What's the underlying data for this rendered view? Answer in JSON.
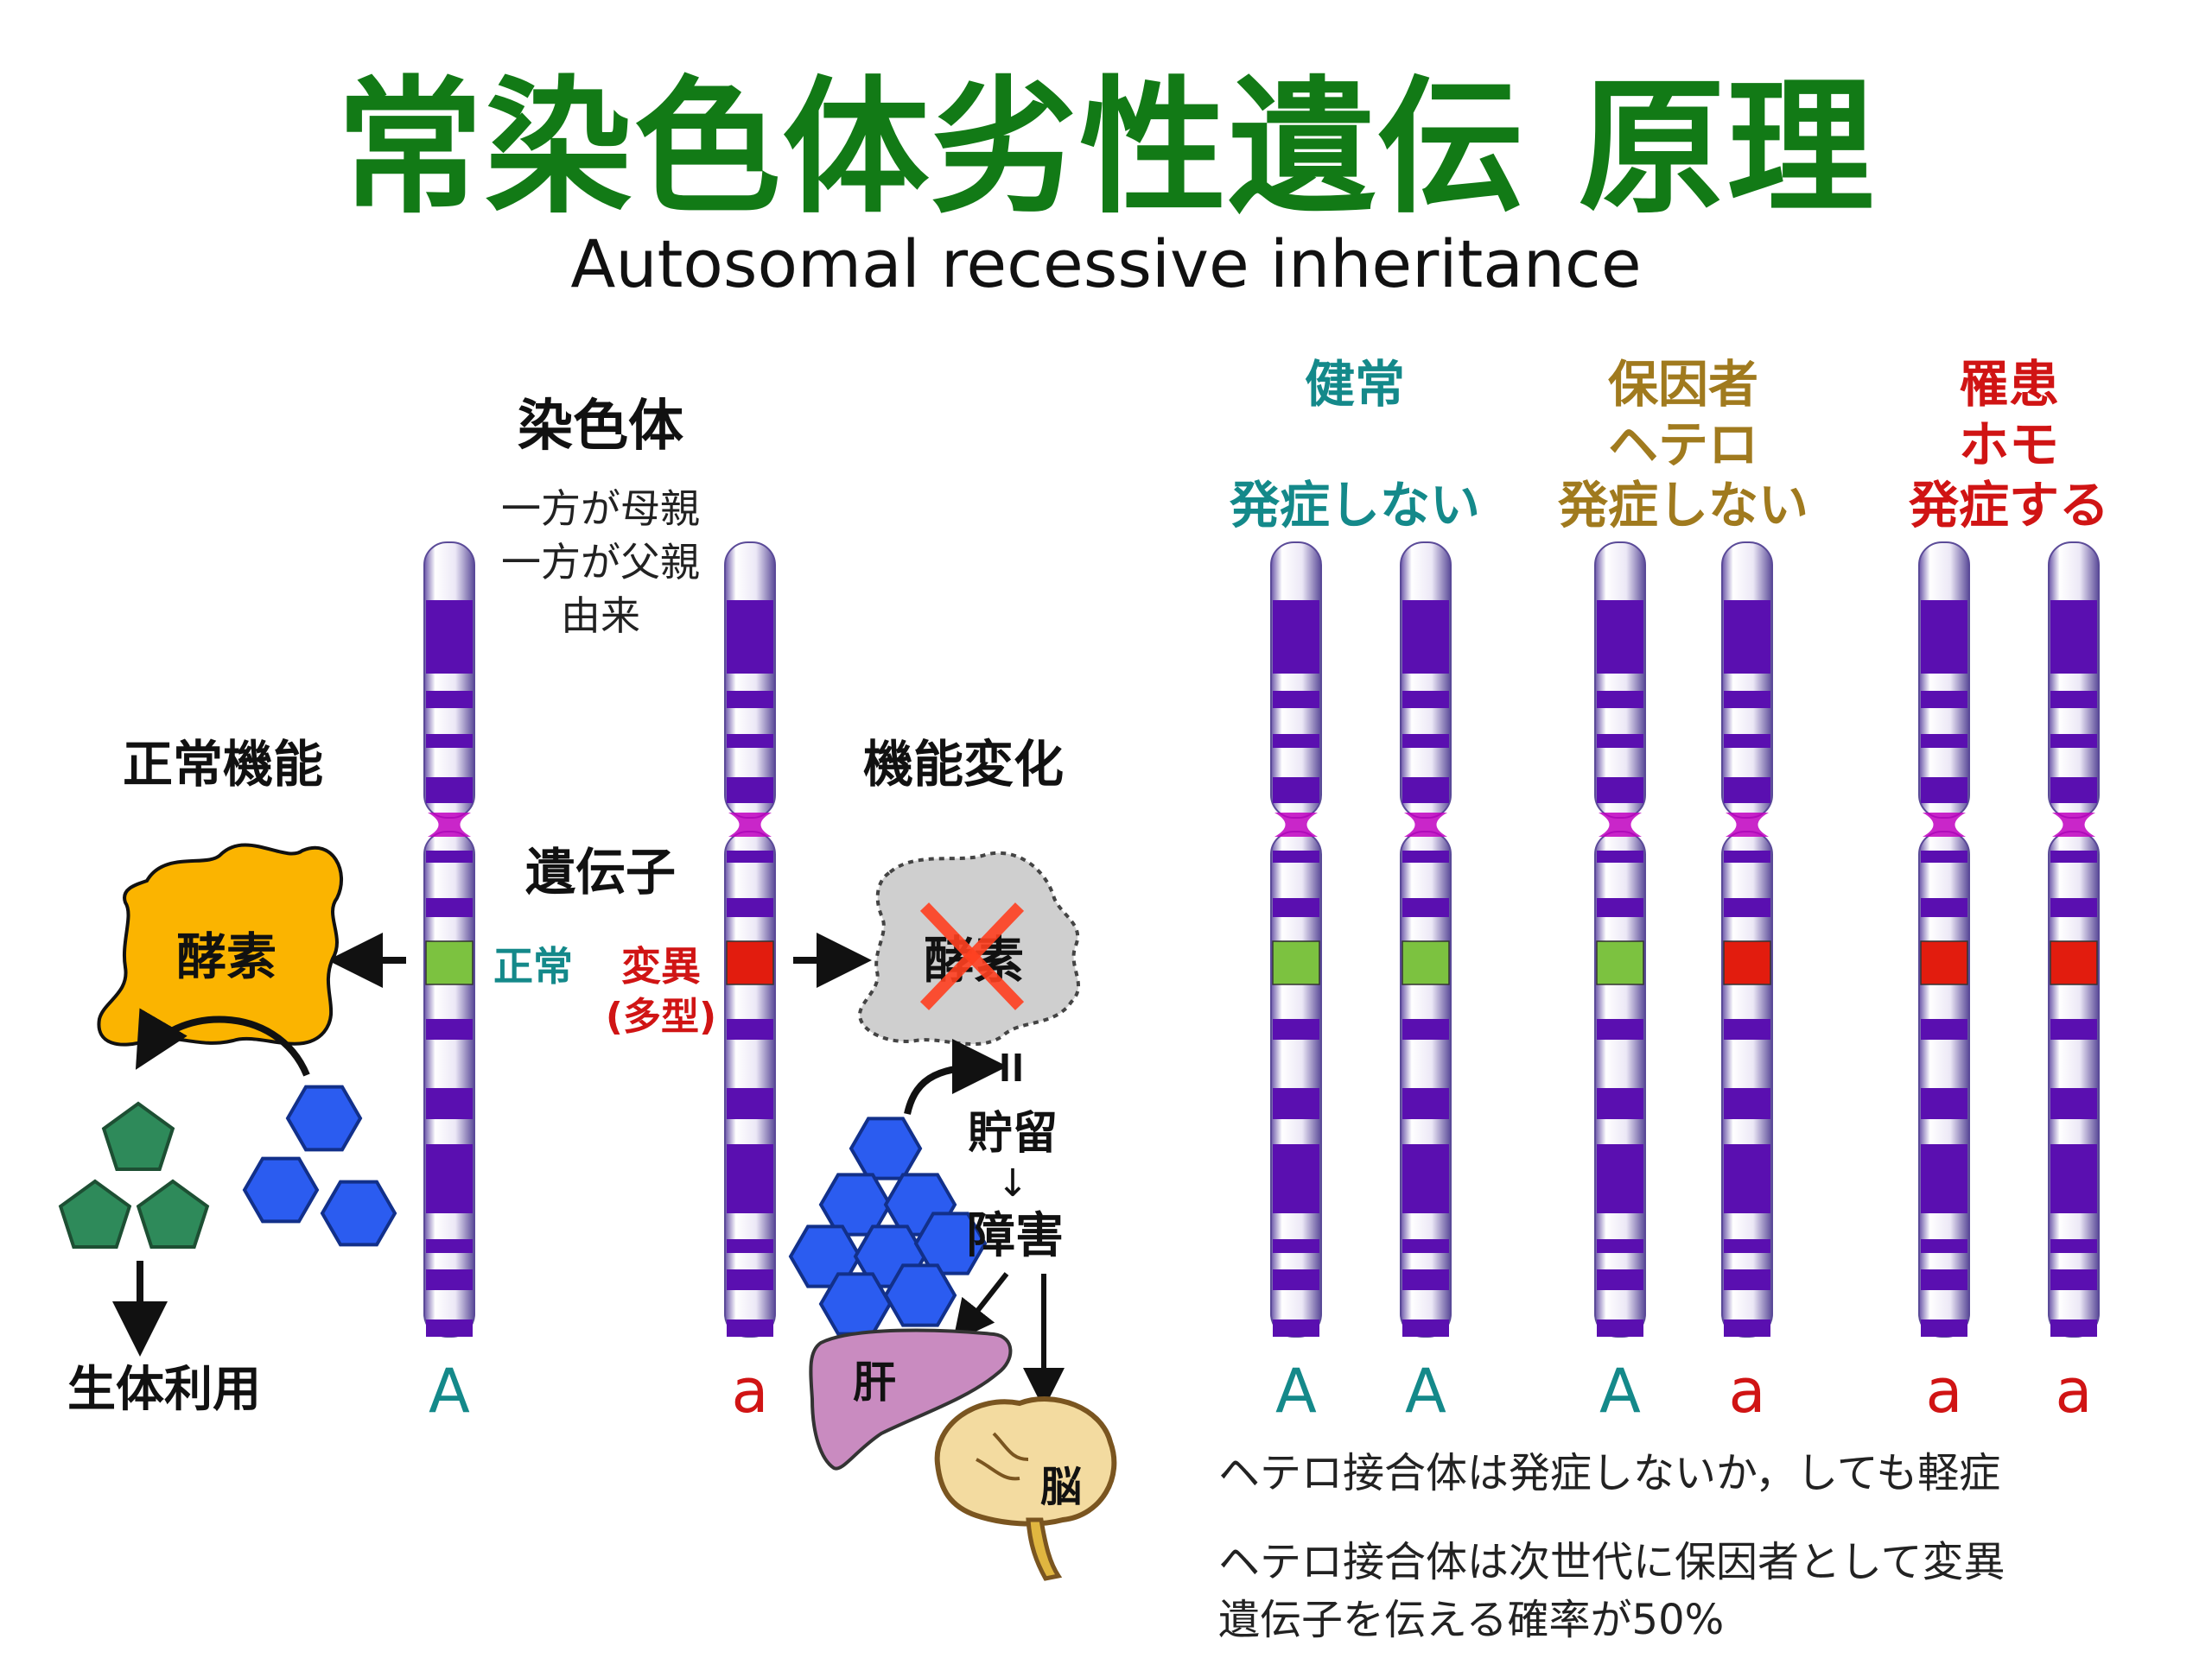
{
  "title": "常染色体劣性遺伝 原理",
  "subtitle": "Autosomal recessive inheritance",
  "left_panel": {
    "chromosome_heading": "染色体",
    "chromosome_note_lines": [
      "一方が母親",
      "一方が父親",
      "由来"
    ],
    "normal_function": "正常機能",
    "function_change": "機能変化",
    "gene_label": "遺伝子",
    "normal_gene": "正常",
    "variant_gene_lines": [
      "変異",
      "(多型)"
    ],
    "enzyme": "酵素",
    "biological_use": "生体利用",
    "storage": "貯留",
    "down_arrow_glyph": "↓",
    "damage": "障害",
    "liver": "肝",
    "brain": "脳",
    "allele_normal": "A",
    "allele_variant": "a"
  },
  "right_panel": {
    "groups": [
      {
        "lines": [
          "健常",
          "",
          "発症しない"
        ],
        "color": "#14898a",
        "alleles": [
          "A",
          "A"
        ]
      },
      {
        "lines": [
          "保因者",
          "ヘテロ",
          "発症しない"
        ],
        "color": "#a07a1e",
        "alleles": [
          "A",
          "a"
        ]
      },
      {
        "lines": [
          "罹患",
          "ホモ",
          "発症する"
        ],
        "color": "#d01414",
        "alleles": [
          "a",
          "a"
        ]
      }
    ],
    "notes": [
      "ヘテロ接合体は発症しないか，しても軽症",
      "ヘテロ接合体は次世代に保因者として変異",
      "遺伝子を伝える確率が50%"
    ]
  },
  "colors": {
    "title_green": "#127a16",
    "allele_A": "#14898a",
    "allele_a": "#d01414",
    "chromosome_band": "#5a0fb0",
    "normal_gene_band": "#7cc240",
    "variant_gene_band": "#e21c0e",
    "enzyme_fill": "#fbb400",
    "substrate_fill": "#2b5cf0",
    "product_fill": "#2e8a5a",
    "liver_fill": "#c98bc0",
    "brain_fill": "#f3dba0"
  }
}
